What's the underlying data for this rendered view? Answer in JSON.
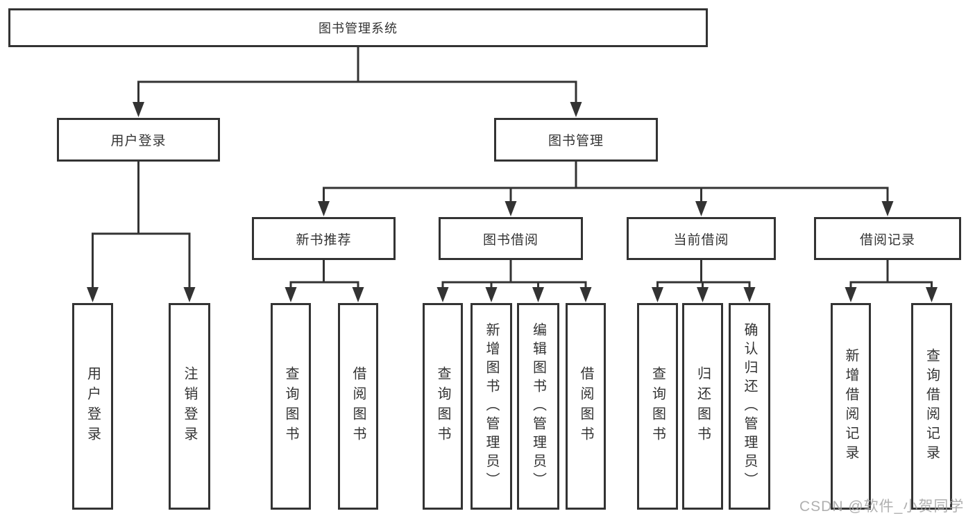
{
  "diagram": {
    "title": "图书管理系统",
    "level2": {
      "user_login": "用户登录",
      "book_management": "图书管理"
    },
    "level3": {
      "new_book_recommend": "新书推荐",
      "book_borrowing": "图书借阅",
      "current_borrowing": "当前借阅",
      "borrowing_records": "借阅记录"
    },
    "leaves": {
      "user_login": "用户登录",
      "logout": "注销登录",
      "nb_query_books": "查询图书",
      "nb_borrow_books": "借阅图书",
      "bb_query_books": "查询图书",
      "bb_add_book_admin": "新增图书（管理员）",
      "bb_edit_book_admin": "编辑图书（管理员）",
      "bb_borrow_books": "借阅图书",
      "cb_query_books": "查询图书",
      "cb_return_books": "归还图书",
      "cb_confirm_return_admin": "确认归还（管理员）",
      "br_add_record": "新增借阅记录",
      "br_query_record": "查询借阅记录"
    }
  },
  "watermark": {
    "text": "CSDN @软件_小贺同学"
  },
  "colors": {
    "line": "#333333",
    "text": "#333333",
    "watermark": "#a2a2a2",
    "background": "#ffffff"
  }
}
